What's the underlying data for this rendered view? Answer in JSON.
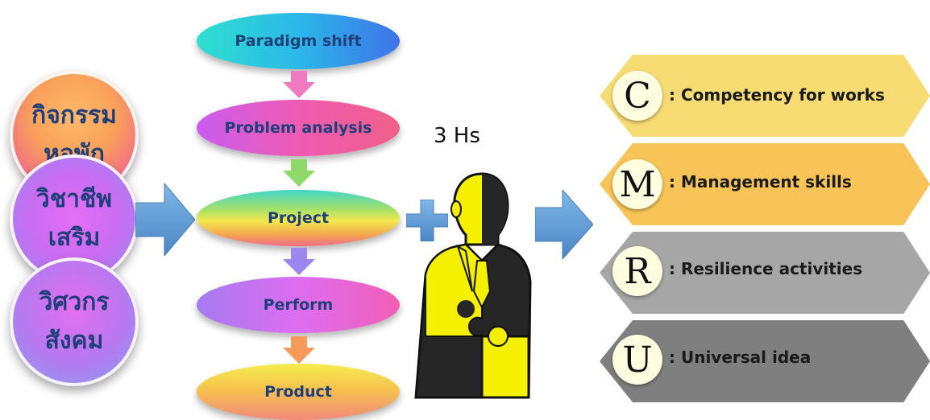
{
  "left_circles": [
    {
      "line1": "กิจกรรม",
      "line2": "หอพัก"
    },
    {
      "line1": "วิชาชีพ",
      "line2": "เสริม"
    },
    {
      "line1": "วิศวกร",
      "line2": "สังคม"
    }
  ],
  "process_steps": [
    "Paradigm shift",
    "Problem analysis",
    "Project",
    "Perform",
    "Product"
  ],
  "hs_label": "3 Hs",
  "cmru": [
    {
      "letter": "C",
      "text": ": Competency for works",
      "color": "#f7dc74"
    },
    {
      "letter": "M",
      "text": ": Management skills",
      "color": "#f8c458"
    },
    {
      "letter": "R",
      "text": ": Resilience activities",
      "color": "#a6a6a6"
    },
    {
      "letter": "U",
      "text": ": Universal idea",
      "color": "#7f7f7f"
    }
  ],
  "colors": {
    "arrow_blue": "#5b9bd5",
    "text_blue": "#1f3f7a",
    "puzzle_yellow": "#f5f000",
    "puzzle_dark": "#262626"
  },
  "icons": [
    "right-arrow-icon",
    "down-arrow-icon",
    "plus-icon",
    "businessman-puzzle-icon"
  ]
}
